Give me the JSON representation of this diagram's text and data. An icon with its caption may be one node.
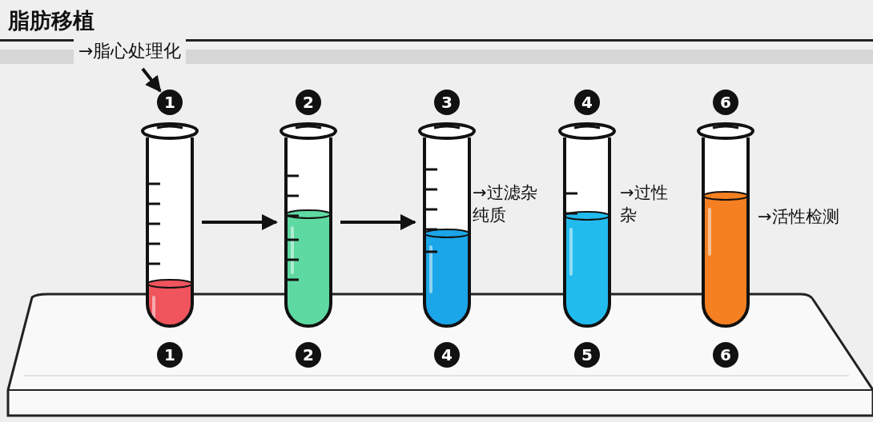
{
  "diagram": {
    "title": "脂肪移植",
    "nodes": [
      {
        "text": [
          "→脂心处理化"
        ]
      },
      {
        "text": [
          "1"
        ]
      },
      {
        "text": [
          "2"
        ]
      },
      {
        "text": [
          "3"
        ]
      },
      {
        "text": [
          "4"
        ]
      },
      {
        "text": [
          "6"
        ]
      },
      {
        "text": [
          "1"
        ]
      },
      {
        "text": [
          "2"
        ]
      },
      {
        "text": [
          "4"
        ],
        "beside": [
          "→过滤杂纯质"
        ]
      },
      {
        "text": [
          "5"
        ],
        "beside": [
          "→过性杂"
        ]
      },
      {
        "text": [
          "6"
        ],
        "beside": [
          "→活性检测"
        ]
      }
    ],
    "edges": [
      {
        "from": 0,
        "to": 1,
        "arrow": "to"
      },
      {
        "from": 6,
        "to": 7,
        "arrow": "to"
      },
      {
        "from": 7,
        "to": 8,
        "arrow": "to"
      }
    ]
  }
}
